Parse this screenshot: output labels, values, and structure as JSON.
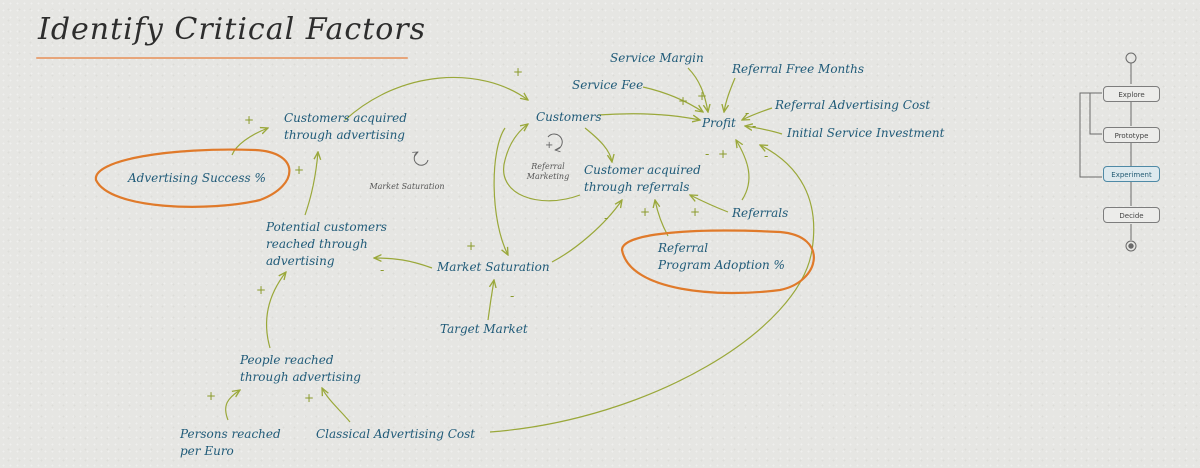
{
  "title": "Identify Critical Factors",
  "nodes": {
    "customers_adv": "Customers acquired\nthrough advertising",
    "adv_success": "Advertising Success %",
    "market_sat_loop": "Market Saturation",
    "customers": "Customers",
    "referral_marketing": "Referral\nMarketing",
    "customer_referrals": "Customer acquired\nthrough referrals",
    "service_margin": "Service Margin",
    "service_fee": "Service Fee",
    "referral_free_months": "Referral Free Months",
    "referral_adv_cost": "Referral Advertising Cost",
    "initial_service_investment": "Initial Service Investment",
    "profit": "Profit",
    "referrals": "Referrals",
    "referral_program_adoption": "Referral\nProgram Adoption %",
    "potential_customers": "Potential customers\nreached through\nadvertising",
    "market_saturation": "Market Saturation",
    "target_market": "Target Market",
    "people_reached": "People reached\nthrough advertising",
    "persons_per_euro": "Persons reached\nper Euro",
    "classical_adv_cost": "Classical Advertising Cost"
  },
  "polarities": {
    "plus": "+",
    "minus": "-"
  },
  "process": {
    "steps": [
      "Explore",
      "Prototype",
      "Experiment",
      "Decide"
    ],
    "active": "Experiment"
  },
  "colors": {
    "link": "#9aa83a",
    "highlight": "#e07a2a",
    "label": "#1f5a78",
    "active_step": "#4f8aa6"
  }
}
